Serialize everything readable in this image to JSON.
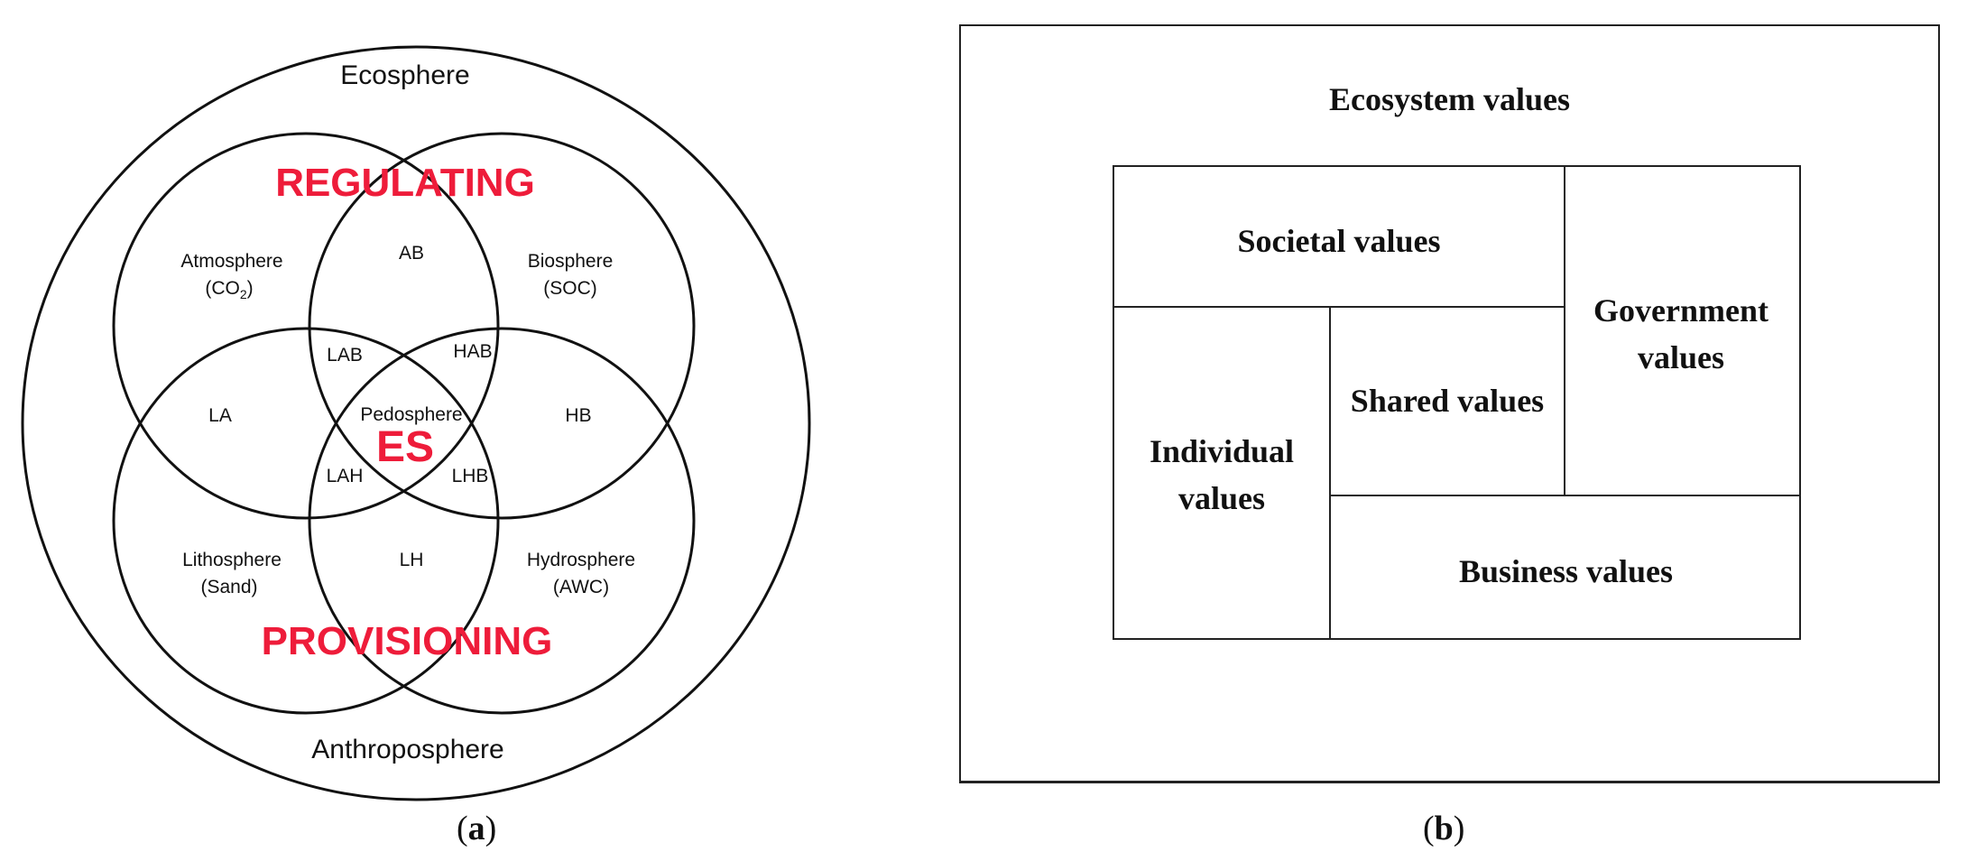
{
  "panel_a": {
    "outer_label_top": "Ecosphere",
    "outer_label_bottom": "Anthroposphere",
    "regulating": "REGULATING",
    "provisioning": "PROVISIONING",
    "es": "ES",
    "atmosphere": "Atmosphere",
    "atmosphere_sub_prefix": "(CO",
    "atmosphere_sub_sub": "2",
    "atmosphere_sub_suffix": ")",
    "biosphere": "Biosphere",
    "biosphere_sub": "(SOC)",
    "lithosphere": "Lithosphere",
    "lithosphere_sub": "(Sand)",
    "hydrosphere": "Hydrosphere",
    "hydrosphere_sub": "(AWC)",
    "pedosphere": "Pedosphere",
    "ab": "AB",
    "la": "LA",
    "hb": "HB",
    "lh": "LH",
    "lab": "LAB",
    "hab": "HAB",
    "lah": "LAH",
    "lhb": "LHB",
    "caption_open": "(",
    "caption_letter": "a",
    "caption_close": ")",
    "accent_color": "#ee1c3a"
  },
  "panel_b": {
    "ecosystem": "Ecosystem values",
    "societal": "Societal values",
    "government": "Government values",
    "shared": "Shared values",
    "individual": "Individual values",
    "business": "Business values",
    "caption_open": "(",
    "caption_letter": "b",
    "caption_close": ")"
  }
}
